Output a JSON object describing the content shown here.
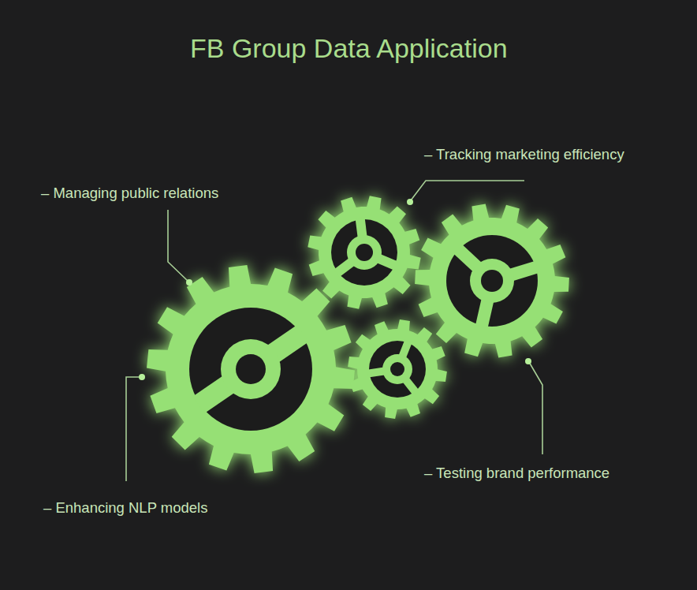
{
  "diagram": {
    "title": "FB Group Data Application",
    "labels": [
      "– Tracking marketing efficiency",
      "– Managing public relations",
      "– Testing brand performance",
      "– Enhancing NLP models"
    ]
  }
}
